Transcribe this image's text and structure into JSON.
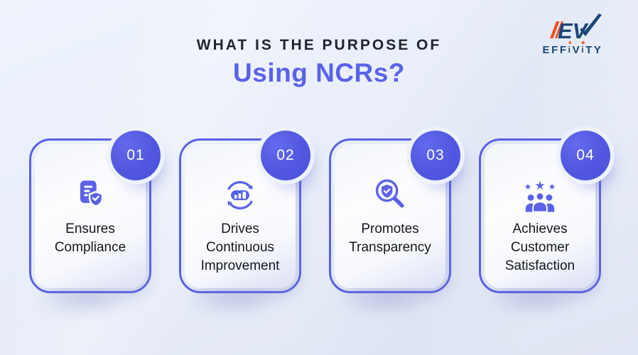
{
  "header": {
    "title_line1": "WHAT IS THE PURPOSE OF",
    "title_line2": "Using NCRs?"
  },
  "logo": {
    "name": "Effivity",
    "wordmark": "EFFiViTY",
    "wordmark_parts": [
      "EFF",
      "i",
      "V",
      "i",
      "TY"
    ],
    "emblem_icon": "ev-checkmark-logo",
    "navy": "#1c4677",
    "orange": "#f15b2d"
  },
  "cards": [
    {
      "number": "01",
      "label": "Ensures Compliance",
      "lines": [
        "Ensures",
        "Compliance"
      ],
      "icon": "document-shield-check-icon"
    },
    {
      "number": "02",
      "label": "Drives Continuous Improvement",
      "lines": [
        "Drives",
        "Continuous",
        "Improvement"
      ],
      "icon": "continuous-improvement-cycle-icon"
    },
    {
      "number": "03",
      "label": "Promotes Transparency",
      "lines": [
        "Promotes",
        "Transparency"
      ],
      "icon": "shield-magnifier-icon"
    },
    {
      "number": "04",
      "label": "Achieves Customer Satisfaction",
      "lines": [
        "Achieves",
        "Customer",
        "Satisfaction"
      ],
      "icon": "customer-group-stars-icon"
    }
  ],
  "icons": {
    "star_glyph": "★"
  },
  "colors": {
    "background_top": "#eef3fc",
    "background_bottom": "#e1e6f4",
    "accent_purple": "#5a62e9",
    "card_outline": "#5a5fe6",
    "badge_fill": "#5157df",
    "icon_purple": "#5b62e8",
    "title_dark": "#20242f",
    "logo_navy": "#1c4677",
    "logo_orange": "#f15b2d"
  }
}
